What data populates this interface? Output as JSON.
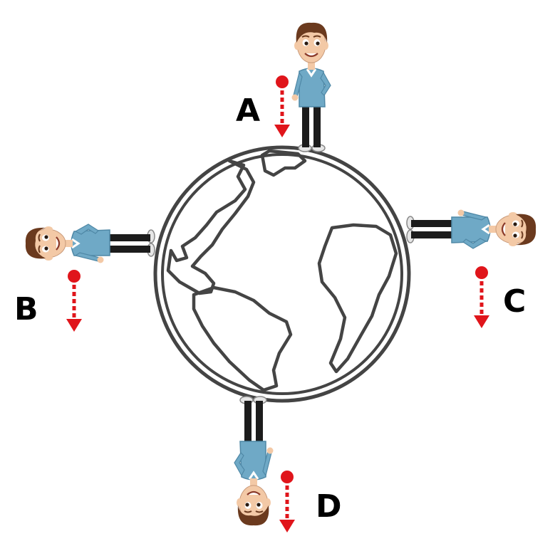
{
  "labels": {
    "a": "A",
    "b": "B",
    "c": "C",
    "d": "D"
  },
  "colors": {
    "ball": "#e0151b",
    "arrow": "#e0151b",
    "globe_outline": "#444444",
    "shirt": "#6fa9c6",
    "pants": "#1c1c1c",
    "hair": "#6b3a1e",
    "skin": "#f3c9a6",
    "label": "#000000"
  },
  "people": [
    {
      "id": "a",
      "position": "top",
      "orientation": "upright"
    },
    {
      "id": "b",
      "position": "left",
      "orientation": "rotated-left"
    },
    {
      "id": "c",
      "position": "right",
      "orientation": "rotated-right"
    },
    {
      "id": "d",
      "position": "bottom",
      "orientation": "upside-down"
    }
  ]
}
